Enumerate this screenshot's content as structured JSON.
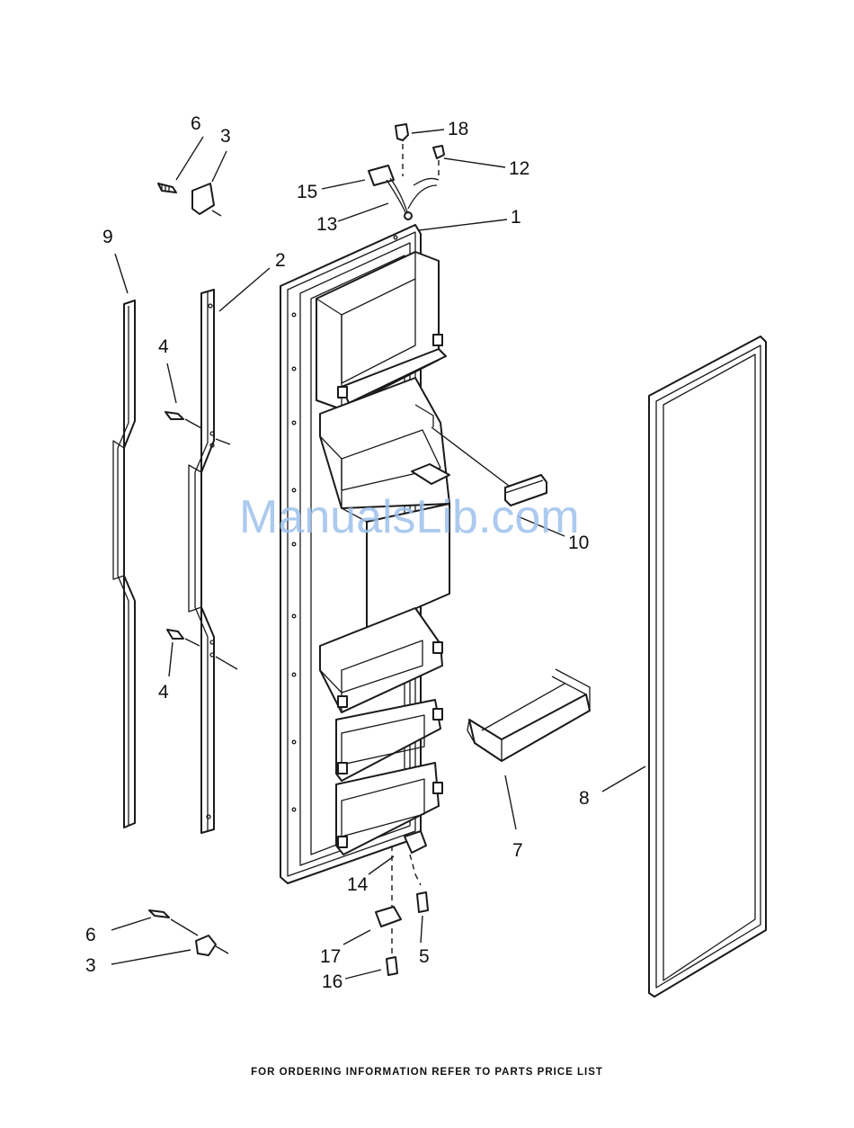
{
  "callouts": {
    "c1": "1",
    "c2": "2",
    "c3_top": "3",
    "c3_bottom": "3",
    "c4_top": "4",
    "c4_bottom": "4",
    "c5": "5",
    "c6_top": "6",
    "c6_bottom": "6",
    "c7": "7",
    "c8": "8",
    "c9": "9",
    "c10": "10",
    "c12": "12",
    "c13": "13",
    "c14": "14",
    "c15": "15",
    "c16": "16",
    "c17": "17",
    "c18": "18"
  },
  "watermark": "ManualsLib.com",
  "footer": "FOR ORDERING INFORMATION REFER TO PARTS PRICE LIST",
  "colors": {
    "line": "#1a1a1a",
    "watermark": "#9ec1ec",
    "background": "#ffffff"
  }
}
